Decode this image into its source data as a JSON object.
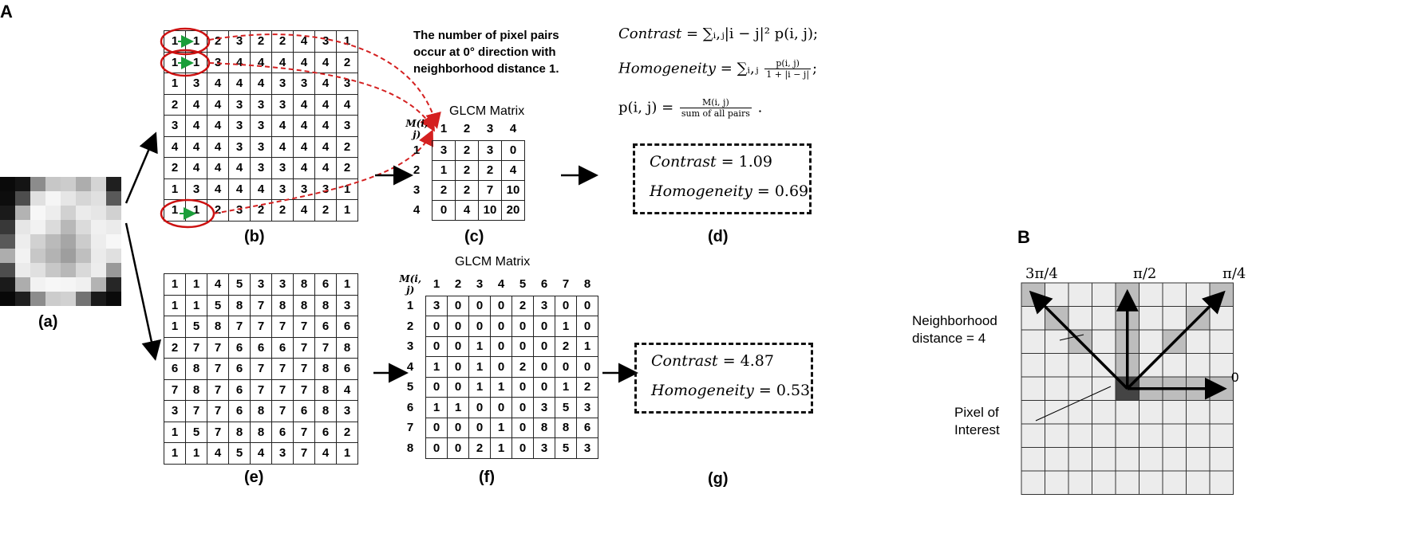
{
  "panels": {
    "A": "A",
    "B": "B"
  },
  "sublabels": {
    "a": "(a)",
    "b": "(b)",
    "c": "(c)",
    "d": "(d)",
    "e": "(e)",
    "f": "(f)",
    "g": "(g)"
  },
  "image_a": {
    "pixels": [
      [
        0.04,
        0.08,
        0.55,
        0.78,
        0.8,
        0.68,
        0.83,
        0.12
      ],
      [
        0.05,
        0.3,
        0.88,
        0.96,
        0.9,
        0.84,
        0.88,
        0.35
      ],
      [
        0.1,
        0.7,
        0.97,
        0.93,
        0.82,
        0.92,
        0.9,
        0.82
      ],
      [
        0.22,
        0.9,
        0.95,
        0.86,
        0.72,
        0.86,
        0.94,
        0.92
      ],
      [
        0.35,
        0.93,
        0.82,
        0.73,
        0.65,
        0.8,
        0.93,
        0.97
      ],
      [
        0.68,
        0.95,
        0.78,
        0.7,
        0.62,
        0.75,
        0.92,
        0.88
      ],
      [
        0.3,
        0.92,
        0.88,
        0.78,
        0.72,
        0.85,
        0.93,
        0.6
      ],
      [
        0.1,
        0.68,
        0.95,
        0.97,
        0.96,
        0.94,
        0.7,
        0.15
      ],
      [
        0.03,
        0.12,
        0.55,
        0.8,
        0.82,
        0.45,
        0.1,
        0.04
      ]
    ]
  },
  "matrix_b": [
    [
      "1",
      "1",
      "2",
      "3",
      "2",
      "2",
      "4",
      "3",
      "1"
    ],
    [
      "1",
      "1",
      "3",
      "4",
      "4",
      "4",
      "4",
      "4",
      "2"
    ],
    [
      "1",
      "3",
      "4",
      "4",
      "4",
      "3",
      "3",
      "4",
      "3"
    ],
    [
      "2",
      "4",
      "4",
      "3",
      "3",
      "3",
      "4",
      "4",
      "4"
    ],
    [
      "3",
      "4",
      "4",
      "3",
      "3",
      "4",
      "4",
      "4",
      "3"
    ],
    [
      "4",
      "4",
      "4",
      "3",
      "3",
      "4",
      "4",
      "4",
      "2"
    ],
    [
      "2",
      "4",
      "4",
      "4",
      "3",
      "3",
      "4",
      "4",
      "2"
    ],
    [
      "1",
      "3",
      "4",
      "4",
      "4",
      "3",
      "3",
      "3",
      "1"
    ],
    [
      "1",
      "1",
      "2",
      "3",
      "2",
      "2",
      "4",
      "2",
      "1"
    ]
  ],
  "caption_top": [
    "The number of pixel pairs",
    "occur at 0° direction with",
    "neighborhood distance 1."
  ],
  "glcm_c": {
    "title": "GLCM Matrix",
    "corner": "M(i, j)",
    "cols": [
      "1",
      "2",
      "3",
      "4"
    ],
    "rows": [
      {
        "label": "1",
        "cells": [
          "3",
          "2",
          "3",
          "0"
        ]
      },
      {
        "label": "2",
        "cells": [
          "1",
          "2",
          "2",
          "4"
        ]
      },
      {
        "label": "3",
        "cells": [
          "2",
          "2",
          "7",
          "10"
        ]
      },
      {
        "label": "4",
        "cells": [
          "0",
          "4",
          "10",
          "20"
        ]
      }
    ]
  },
  "formulas": {
    "contrast_lhs": "Contrast",
    "contrast_rhs": "= ∑ᵢ,ⱼ|i − j|² p(i, j);",
    "homogeneity_lhs": "Homogeneity",
    "homogeneity_sum": "= ∑ᵢ,ⱼ",
    "homogeneity_num": "p(i, j)",
    "homogeneity_den": "1 + |i − j|",
    "p_lhs": "p(i, j) =",
    "p_num": "M(i, j)",
    "p_den": "sum of all pairs",
    "p_tail": "."
  },
  "result_d": {
    "contrast_label": "Contrast",
    "contrast_value": "= 1.09",
    "homogeneity_label": "Homogeneity",
    "homogeneity_value": "= 0.69"
  },
  "matrix_e": [
    [
      "1",
      "1",
      "4",
      "5",
      "3",
      "3",
      "8",
      "6",
      "1"
    ],
    [
      "1",
      "1",
      "5",
      "8",
      "7",
      "8",
      "8",
      "8",
      "3"
    ],
    [
      "1",
      "5",
      "8",
      "7",
      "7",
      "7",
      "7",
      "6",
      "6"
    ],
    [
      "2",
      "7",
      "7",
      "6",
      "6",
      "6",
      "7",
      "7",
      "8"
    ],
    [
      "6",
      "8",
      "7",
      "6",
      "7",
      "7",
      "7",
      "8",
      "6"
    ],
    [
      "7",
      "8",
      "7",
      "6",
      "7",
      "7",
      "7",
      "8",
      "4"
    ],
    [
      "3",
      "7",
      "7",
      "6",
      "8",
      "7",
      "6",
      "8",
      "3"
    ],
    [
      "1",
      "5",
      "7",
      "8",
      "8",
      "6",
      "7",
      "6",
      "2"
    ],
    [
      "1",
      "1",
      "4",
      "5",
      "4",
      "3",
      "7",
      "4",
      "1"
    ]
  ],
  "glcm_f": {
    "title": "GLCM Matrix",
    "corner": "M(i, j)",
    "cols": [
      "1",
      "2",
      "3",
      "4",
      "5",
      "6",
      "7",
      "8"
    ],
    "rows": [
      {
        "label": "1",
        "cells": [
          "3",
          "0",
          "0",
          "0",
          "2",
          "3",
          "0",
          "0"
        ]
      },
      {
        "label": "2",
        "cells": [
          "0",
          "0",
          "0",
          "0",
          "0",
          "0",
          "1",
          "0"
        ]
      },
      {
        "label": "3",
        "cells": [
          "0",
          "0",
          "1",
          "0",
          "0",
          "0",
          "2",
          "1"
        ]
      },
      {
        "label": "4",
        "cells": [
          "1",
          "0",
          "1",
          "0",
          "2",
          "0",
          "0",
          "0"
        ]
      },
      {
        "label": "5",
        "cells": [
          "0",
          "0",
          "1",
          "1",
          "0",
          "0",
          "1",
          "2"
        ]
      },
      {
        "label": "6",
        "cells": [
          "1",
          "1",
          "0",
          "0",
          "0",
          "3",
          "5",
          "3"
        ]
      },
      {
        "label": "7",
        "cells": [
          "0",
          "0",
          "0",
          "1",
          "0",
          "8",
          "8",
          "6"
        ]
      },
      {
        "label": "8",
        "cells": [
          "0",
          "0",
          "2",
          "1",
          "0",
          "3",
          "5",
          "3"
        ]
      }
    ]
  },
  "result_g": {
    "contrast_label": "Contrast",
    "contrast_value": "= 4.87",
    "homogeneity_label": "Homogeneity",
    "homogeneity_value": "= 0.53"
  },
  "panel_b": {
    "angle_3pi4": "3π/4",
    "angle_pi2": "π/2",
    "angle_pi4": "π/4",
    "angle_0": "0",
    "neighborhood_label": [
      "Neighborhood",
      "distance  = 4"
    ],
    "pixel_label": [
      "Pixel of",
      "Interest"
    ]
  },
  "colors": {
    "arrow_red": "#d42020",
    "circle_red": "#cc1111",
    "arrow_green": "#1a9e3a",
    "shade": "#bdbdbd",
    "grid_bg": "#ececec",
    "center_dark": "#444444"
  }
}
